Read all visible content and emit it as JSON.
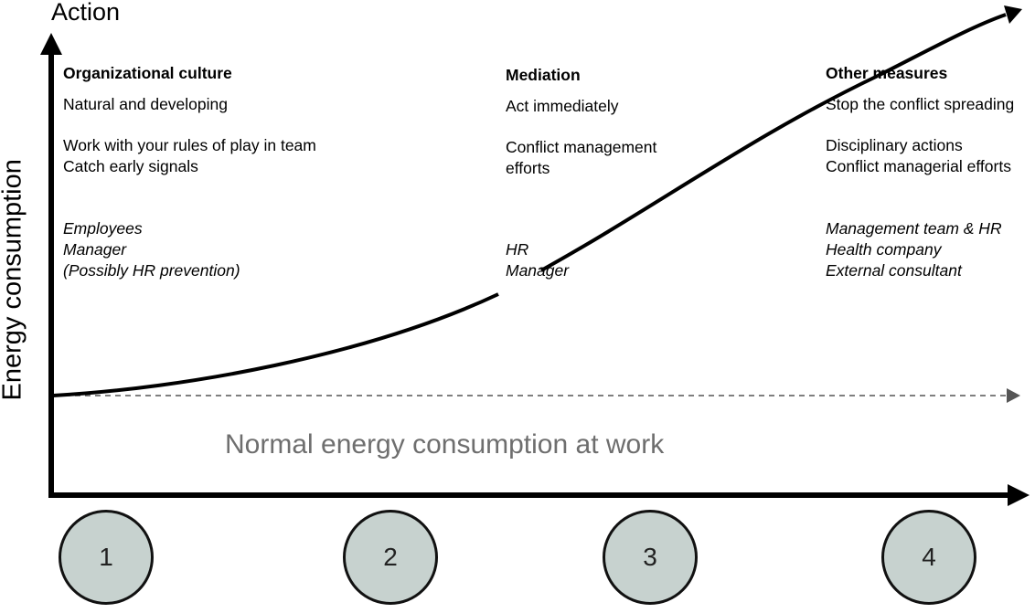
{
  "axes": {
    "y_title": "Action",
    "x_title": "Energy consumption"
  },
  "columns": [
    {
      "heading": "Organizational culture",
      "lines": [
        "Natural and developing",
        "",
        "Work with your rules of play in team",
        "Catch early signals"
      ],
      "actors": [
        "Employees",
        "Manager",
        "(Possibly HR prevention)"
      ]
    },
    {
      "heading": "Mediation",
      "lines": [
        "Act immediately",
        "",
        "Conflict management",
        "efforts"
      ],
      "actors": [
        "HR",
        "Manager"
      ]
    },
    {
      "heading": "Other measures",
      "lines": [
        "Stop the conflict spreading",
        "",
        "Disciplinary actions",
        "Conflict managerial efforts"
      ],
      "actors": [
        "Management team & HR",
        "Health company",
        "External consultant"
      ]
    }
  ],
  "baseline_label": "Normal energy consumption at work",
  "stages": [
    "1",
    "2",
    "3",
    "4"
  ],
  "colors": {
    "stage_fill": "#c7d2cf",
    "baseline_text": "#6e6e6e",
    "dashed_line": "#555555"
  }
}
